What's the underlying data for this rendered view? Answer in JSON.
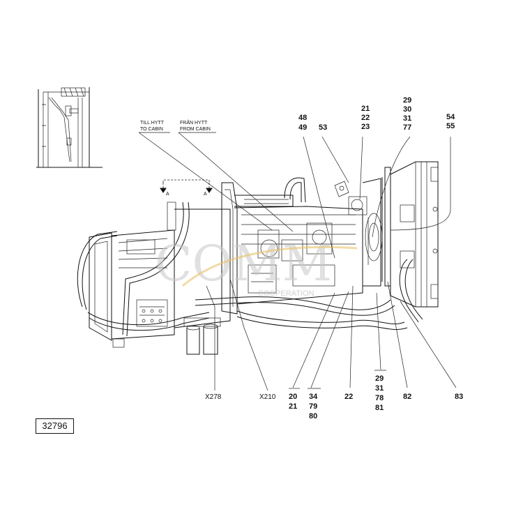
{
  "figure_number": "32796",
  "callouts": {
    "to_cabin_sv": "TILL HYTT",
    "to_cabin_en": "TO CABIN",
    "from_cabin_sv": "FRÅN HYTT",
    "from_cabin_en": "FROM CABIN",
    "section_left": "A",
    "section_right": "A",
    "r48": "48",
    "r49": "49",
    "r53": "53",
    "r21a": "21",
    "r22a": "22",
    "r23": "23",
    "r29a": "29",
    "r30": "30",
    "r31a": "31",
    "r77": "77",
    "r54": "54",
    "r55": "55",
    "x278": "X278",
    "x210": "X210",
    "r20": "20",
    "r21b": "21",
    "r34": "34",
    "r79": "79",
    "r80": "80",
    "r22b": "22",
    "r29b": "29",
    "r31b": "31",
    "r78": "78",
    "r81": "81",
    "r82": "82",
    "r83": "83"
  },
  "watermark": {
    "letters": "COMM",
    "subtext": "COOPERATION"
  }
}
